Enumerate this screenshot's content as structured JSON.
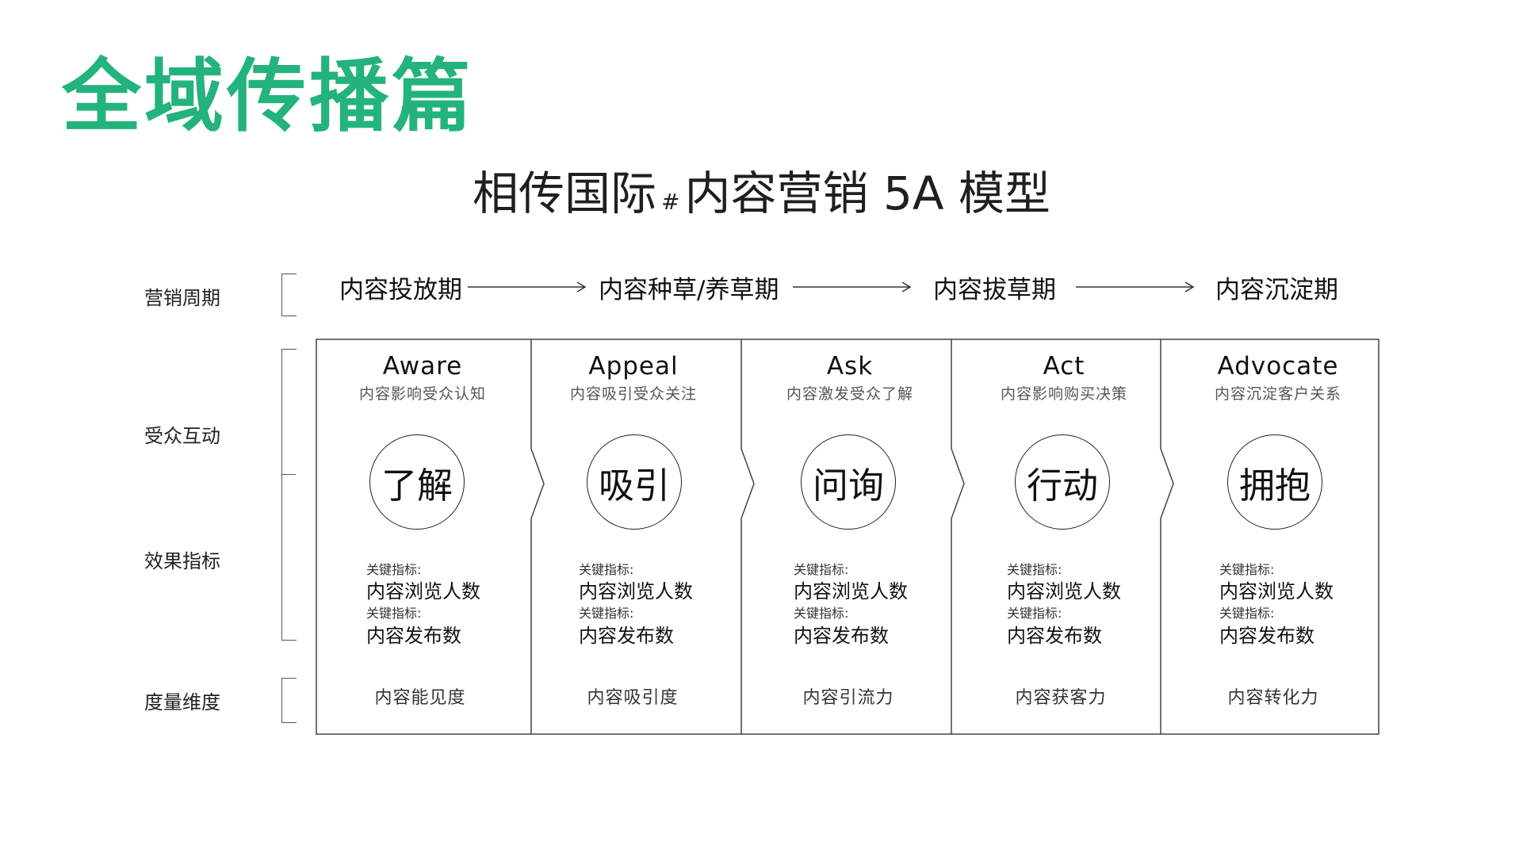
{
  "page_title": "全域传播篇",
  "model_title": {
    "main": "相传国际",
    "hash": "#",
    "rest": "内容营销 5A 模型"
  },
  "row_labels": {
    "cycle": "营销周期",
    "interaction": "受众互动",
    "metrics": "效果指标",
    "measure": "度量维度"
  },
  "phases": [
    "内容投放期",
    "内容种草/养草期",
    "内容拔草期",
    "内容沉淀期"
  ],
  "stages": [
    {
      "en": "Aware",
      "cn": "内容影响受众认知",
      "action": "了解",
      "metric_label_1": "关键指标:",
      "metric_value_1": "内容浏览人数",
      "metric_label_2": "关键指标:",
      "metric_value_2": "内容发布数",
      "measure": "内容能见度"
    },
    {
      "en": "Appeal",
      "cn": "内容吸引受众关注",
      "action": "吸引",
      "metric_label_1": "关键指标:",
      "metric_value_1": "内容浏览人数",
      "metric_label_2": "关键指标:",
      "metric_value_2": "内容发布数",
      "measure": "内容吸引度"
    },
    {
      "en": "Ask",
      "cn": "内容激发受众了解",
      "action": "问询",
      "metric_label_1": "关键指标:",
      "metric_value_1": "内容浏览人数",
      "metric_label_2": "关键指标:",
      "metric_value_2": "内容发布数",
      "measure": "内容引流力"
    },
    {
      "en": "Act",
      "cn": "内容影响购买决策",
      "action": "行动",
      "metric_label_1": "关键指标:",
      "metric_value_1": "内容浏览人数",
      "metric_label_2": "关键指标:",
      "metric_value_2": "内容发布数",
      "measure": "内容获客力"
    },
    {
      "en": "Advocate",
      "cn": "内容沉淀客户关系",
      "action": "拥抱",
      "metric_label_1": "关键指标:",
      "metric_value_1": "内容浏览人数",
      "metric_label_2": "关键指标:",
      "metric_value_2": "内容发布数",
      "measure": "内容转化力"
    }
  ],
  "colors": {
    "accent": "#23b37c",
    "line": "#555555",
    "text": "#1a1a1a"
  }
}
